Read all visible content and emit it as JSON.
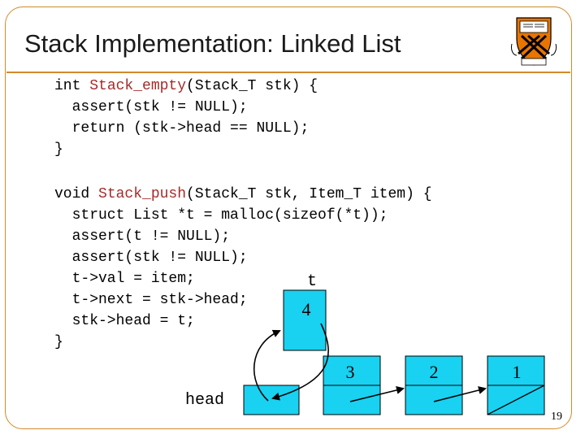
{
  "slide": {
    "title": "Stack Implementation: Linked List",
    "page_number": "19"
  },
  "code": {
    "empty_fn": {
      "keyword": "int ",
      "name": "Stack_empty",
      "signature_rest": "(Stack_T stk) {",
      "body": [
        "  assert(stk != NULL);",
        "  return (stk->head == NULL);"
      ],
      "close": "}"
    },
    "push_fn": {
      "keyword": "void ",
      "name": "Stack_push",
      "signature_rest": "(Stack_T stk, Item_T item) {",
      "body": [
        "  struct List *t = malloc(sizeof(*t));",
        "  assert(t != NULL);",
        "  assert(stk != NULL);",
        "  t->val = item;",
        "  t->next = stk->head;",
        "  stk->head = t;"
      ],
      "close": "}"
    }
  },
  "diagram": {
    "var_t_label": "t",
    "var_head_label": "head",
    "new_node_value": "4",
    "nodes": [
      {
        "value": "3"
      },
      {
        "value": "2"
      },
      {
        "value": "1"
      }
    ],
    "colors": {
      "node_fill": "#19d1f0",
      "node_stroke": "#000000",
      "frame_accent": "#d08a2a",
      "function_name": "#a52a2a"
    }
  }
}
